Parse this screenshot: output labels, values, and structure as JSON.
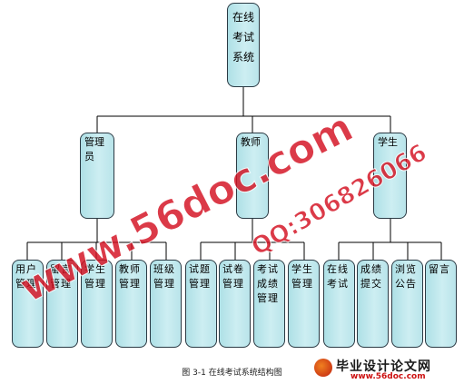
{
  "root": {
    "label": "在线考试系统"
  },
  "branches": [
    {
      "label": "管理员",
      "children": [
        "用户管理",
        "留言管理",
        "学生管理",
        "教师管理",
        "班级管理"
      ]
    },
    {
      "label": "教师",
      "children": [
        "试题管理",
        "试卷管理",
        "考试成绩管理",
        "学生管理"
      ]
    },
    {
      "label": "学生",
      "children": [
        "在线考试",
        "成绩提交",
        "浏览公告",
        "留言"
      ]
    }
  ],
  "caption": "图 3-1 在线考试系统结构图",
  "watermark": {
    "site": "www.56doc.com",
    "qq": "QQ:306826066"
  },
  "footer_logo": {
    "brand": "毕业设计论文网",
    "url": "www.56doc.com"
  },
  "colors": {
    "node_fill": "#cdeef2",
    "node_border": "#2b3a44",
    "watermark": "#d41020"
  }
}
